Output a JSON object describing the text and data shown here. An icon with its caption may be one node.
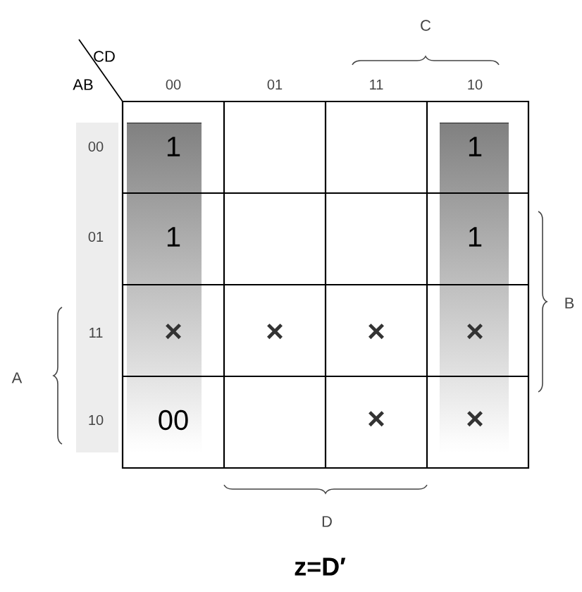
{
  "diagram": {
    "caption": "z=D′",
    "labels": [
      "C",
      "CD",
      "AB",
      "00",
      "01",
      "11",
      "10",
      "00",
      "1",
      "1",
      "01",
      "1",
      "1",
      "B",
      "A",
      "11",
      "×",
      "×",
      "×",
      "×",
      "10",
      "00",
      "×",
      "×",
      "D"
    ]
  }
}
